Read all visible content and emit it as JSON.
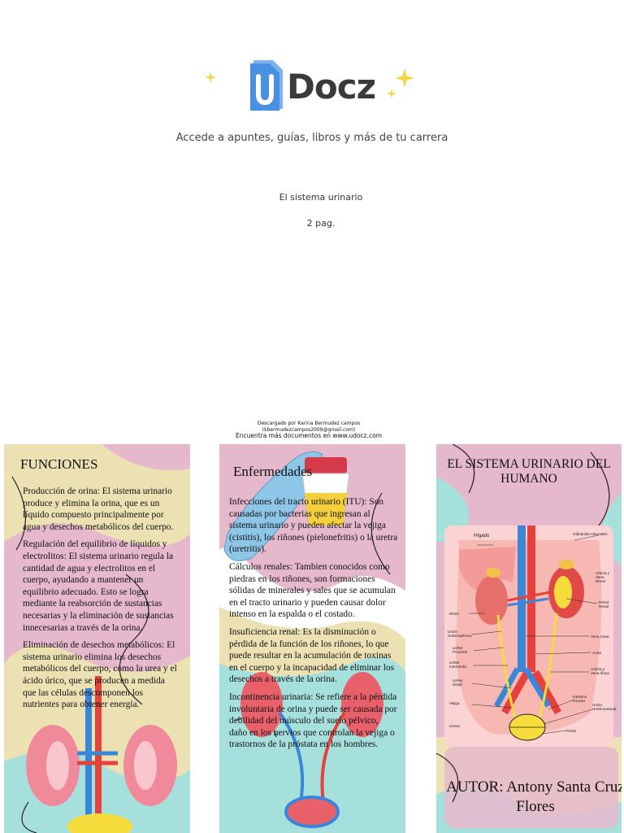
{
  "brand": {
    "logo_text": "Docz",
    "logo_letter": "u"
  },
  "header": {
    "tagline": "Accede a apuntes, guías, libros y más de tu carrera",
    "doc_title": "El sistema urinario",
    "doc_pages": "2 pag."
  },
  "download_notice": {
    "line1": "Descargado por Karina Bermudez campos",
    "line2": "(kbermudezcampos2009@gmail.com)",
    "line3": "Encuentra más documentos en www.udocz.com"
  },
  "panel_funciones": {
    "title": "FUNCIONES",
    "paragraphs": [
      "Producción de orina: El sistema urinario produce y elimina la orina, que es un líquido compuesto principalmente por agua y desechos metabólicos del cuerpo.",
      "Regulación del equilibrio de líquidos y electrolitos: El sistema urinario regula la cantidad de agua y electrolitos en el cuerpo, ayudando a mantener un equilibrio adecuado. Esto se logra mediante la reabsorción de sustancias necesarias y la eliminación de sustancias innecesarias a través de la orina.",
      "Eliminación de desechos metabólicos: El sistema urinario elimina los desechos metabólicos del cuerpo, como la urea y el ácido úrico, que se producen a medida que las células descomponen los nutrientes para obtener energía."
    ]
  },
  "panel_enfermedades": {
    "title": "Enfermedades",
    "paragraphs": [
      "Infecciones del tracto urinario (ITU): Son causadas por bacterias que ingresan al sistema urinario y pueden afectar la vejiga (cistitis), los riñones (pielonefritis) o la uretra (uretritis).",
      "Cálculos renales: Tambien conocidos como piedras en los riñones, son formaciones sólidas de minerales y sales que se acumulan en el tracto urinario y pueden causar dolor intenso en la espalda o el costado.",
      "Insuficiencia renal: Es la disminución o pérdida de la función de los riñones, lo que puede resultar en la acumulación de toxinas en el cuerpo y la incapacidad de eliminar los desechos a través de la orina.",
      "Incontinencia urinaria: Se refiere a la pérdida involuntaria de orina y puede ser causada por debilidad del músculo del suelo pélvico, daño en los nervios que controlan la vejiga o trastornos de la próstata en los hombres."
    ]
  },
  "panel_cover": {
    "title": "EL SISTEMA URINARIO DEL HUMANO",
    "author": "AUTOR: Antony Santa Cruz Flores",
    "diagram_labels": {
      "higado": "Hígado",
      "glandulas": "Glándulas Adrenales",
      "pelvis_renal": "Pelvis Renal",
      "arteria_vena_renal": "Arteria y Vena Renal",
      "rinon": "Riñón",
      "vena_cava": "Vena Cava",
      "union_ureteropelvica": "Unión Ureteropélvica",
      "ureter_proximal": "Uréter Proximal",
      "aorta": "Aorta",
      "ureter_intermedio": "Uréter Intermedio",
      "arteria_vena_iliaca": "Arteria y Vena Ilíaca",
      "ureter_distal": "Uréter Distal",
      "vejiga": "Vejiga",
      "intestino_grueso": "Intestino Grueso",
      "uretra": "Uretra",
      "union_ureterovesical": "Unión Ureterovesical",
      "pelvis": "Pelvis"
    }
  },
  "colors": {
    "pink": "#e9b7cc",
    "cream": "#ebdfa6",
    "teal": "#a6e0dc",
    "brand_blue": "#4a90e2",
    "kidney": "#f08a9a",
    "vessel_blue": "#3a86d8",
    "vessel_red": "#e8403a",
    "urine_yellow": "#f5dc3c"
  }
}
